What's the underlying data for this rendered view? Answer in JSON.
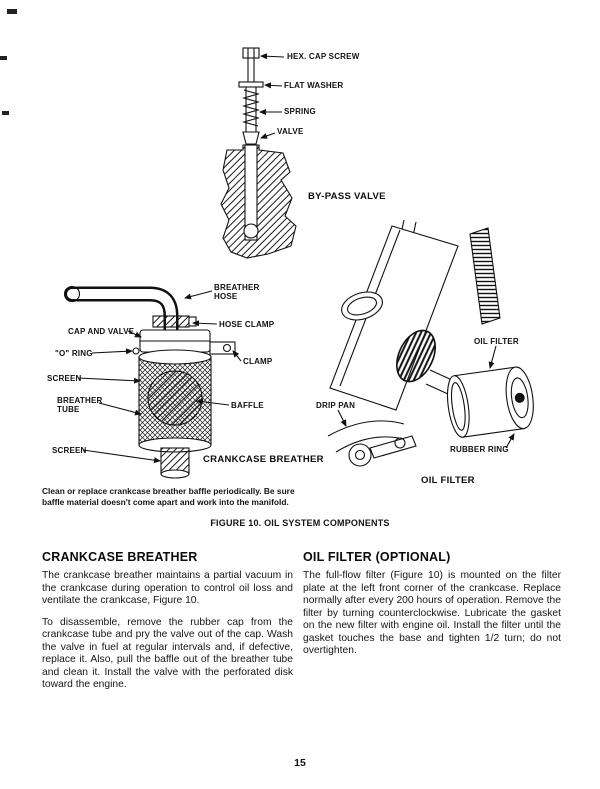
{
  "page": {
    "number": "15"
  },
  "figure": {
    "caption": "FIGURE 10. OIL SYSTEM COMPONENTS",
    "note_lines": [
      "Clean or replace crankcase breather baffle periodically. Be sure",
      "baffle material doesn't come apart and work into the manifold."
    ]
  },
  "diagrams": {
    "bypass_valve": {
      "title": "BY-PASS VALVE",
      "labels": {
        "hex_cap_screw": "HEX. CAP SCREW",
        "flat_washer": "FLAT WASHER",
        "spring": "SPRING",
        "valve": "VALVE"
      }
    },
    "crankcase_breather": {
      "title": "CRANKCASE BREATHER",
      "labels": {
        "breather_hose": "BREATHER HOSE",
        "cap_and_valve": "CAP AND VALVE",
        "hose_clamp": "HOSE CLAMP",
        "o_ring": "\"O\" RING",
        "clamp": "CLAMP",
        "screen_upper": "SCREEN",
        "breather_tube": "BREATHER TUBE",
        "baffle": "BAFFLE",
        "screen_lower": "SCREEN"
      }
    },
    "oil_filter": {
      "title": "OIL FILTER",
      "labels": {
        "oil_filter": "OIL FILTER",
        "drip_pan": "DRIP PAN",
        "rubber_ring": "RUBBER RING"
      }
    }
  },
  "sections": {
    "crankcase_breather": {
      "heading": "CRANKCASE BREATHER",
      "paragraphs": [
        "The crankcase breather maintains a partial vacuum in the crankcase during operation to control oil loss and ventilate the crankcase, Figure 10.",
        "To disassemble, remove the rubber cap from the crankcase tube and pry the valve out of the cap. Wash the valve in fuel at regular intervals and, if defective, replace it. Also, pull the baffle out of the breather tube and clean it. Install the valve with the perforated disk toward the engine."
      ]
    },
    "oil_filter": {
      "heading": "OIL FILTER (OPTIONAL)",
      "paragraphs": [
        "The full-flow filter (Figure 10) is mounted on the filter plate at the left front corner of the crankcase. Replace normally after every 200 hours of operation. Remove the filter by turning counterclockwise. Lubricate the gasket on the new filter with engine oil. Install the filter until the gasket touches the base and tighten 1/2 turn; do not overtighten."
      ]
    }
  }
}
